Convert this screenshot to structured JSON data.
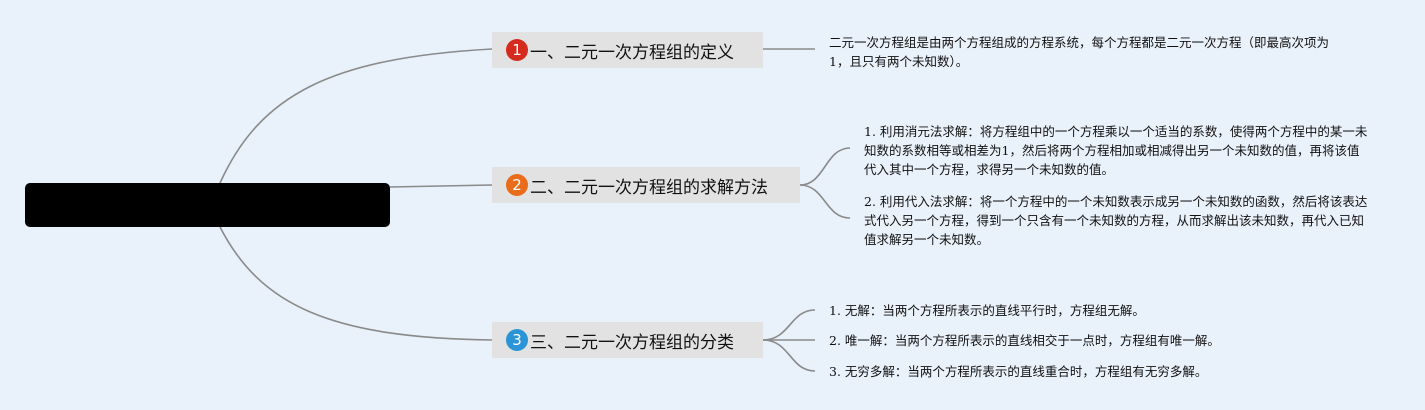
{
  "root": {
    "label": ""
  },
  "branches": [
    {
      "number": "1",
      "color": "#d52b1e",
      "title": "一、二元一次方程组的定义",
      "leaves": [
        "二元一次方程组是由两个方程组成的方程系统，每个方程都是二元一次方程（即最高次项为1，且只有两个未知数）。"
      ]
    },
    {
      "number": "2",
      "color": "#e86c1a",
      "title": "二、二元一次方程组的求解方法",
      "leaves": [
        "1. 利用消元法求解：将方程组中的一个方程乘以一个适当的系数，使得两个方程中的某一未知数的系数相等或相差为1，然后将两个方程相加或相减得出另一个未知数的值，再将该值代入其中一个方程，求得另一个未知数的值。",
        "2. 利用代入法求解：将一个方程中的一个未知数表示成另一个未知数的函数，然后将该表达式代入另一个方程，得到一个只含有一个未知数的方程，从而求解出该未知数，再代入已知值求解另一个未知数。"
      ]
    },
    {
      "number": "3",
      "color": "#2a94d6",
      "title": "三、二元一次方程组的分类",
      "leaves": [
        "1. 无解：当两个方程所表示的直线平行时，方程组无解。",
        "2. 唯一解：当两个方程所表示的直线相交于一点时，方程组有唯一解。",
        "3. 无穷多解：当两个方程所表示的直线重合时，方程组有无穷多解。"
      ]
    }
  ]
}
